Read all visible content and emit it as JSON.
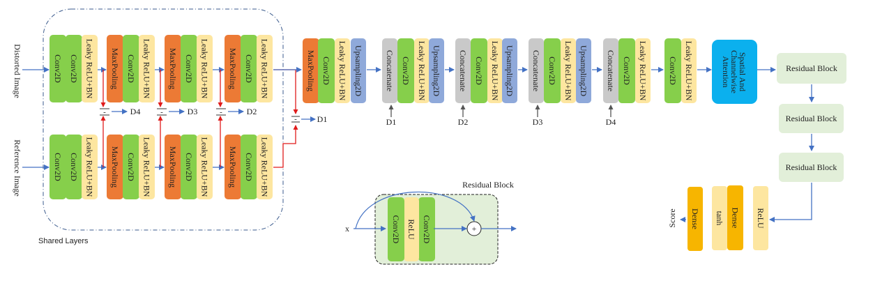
{
  "inputs": {
    "distorted": "Distorted Image",
    "reference": "Reference Image"
  },
  "shared_layers_label": "Shared Layers",
  "diff_op": "-",
  "diff_labels": [
    "D4",
    "D3",
    "D2",
    "D1"
  ],
  "skip_labels": [
    "D1",
    "D2",
    "D3",
    "D4"
  ],
  "layers": {
    "conv2d": "Conv2D",
    "lrelu_bn": "Leaky ReLU+BN",
    "maxpool": "MaxPooling",
    "upsampling": "Upsampling2D",
    "concatenate": "Concatenate",
    "attention": "Spatial And Channelwise Attention",
    "residual_block": "Residual Block",
    "relu": "ReLU",
    "dense": "Dense",
    "tanh": "tanh"
  },
  "output_label": "Score",
  "inset": {
    "title": "Residual Block",
    "input": "x",
    "add_op": "+"
  },
  "colors": {
    "green": "#86cf4b",
    "yellow": "#fde6a0",
    "orange": "#ec7a35",
    "blue": "#8fa9da",
    "gray": "#c9c9c9",
    "cyan": "#0bb0ee",
    "resblock": "#e2efd9",
    "dense": "#f7b500",
    "arrow": "#4472c4",
    "red": "#e01b1b"
  }
}
